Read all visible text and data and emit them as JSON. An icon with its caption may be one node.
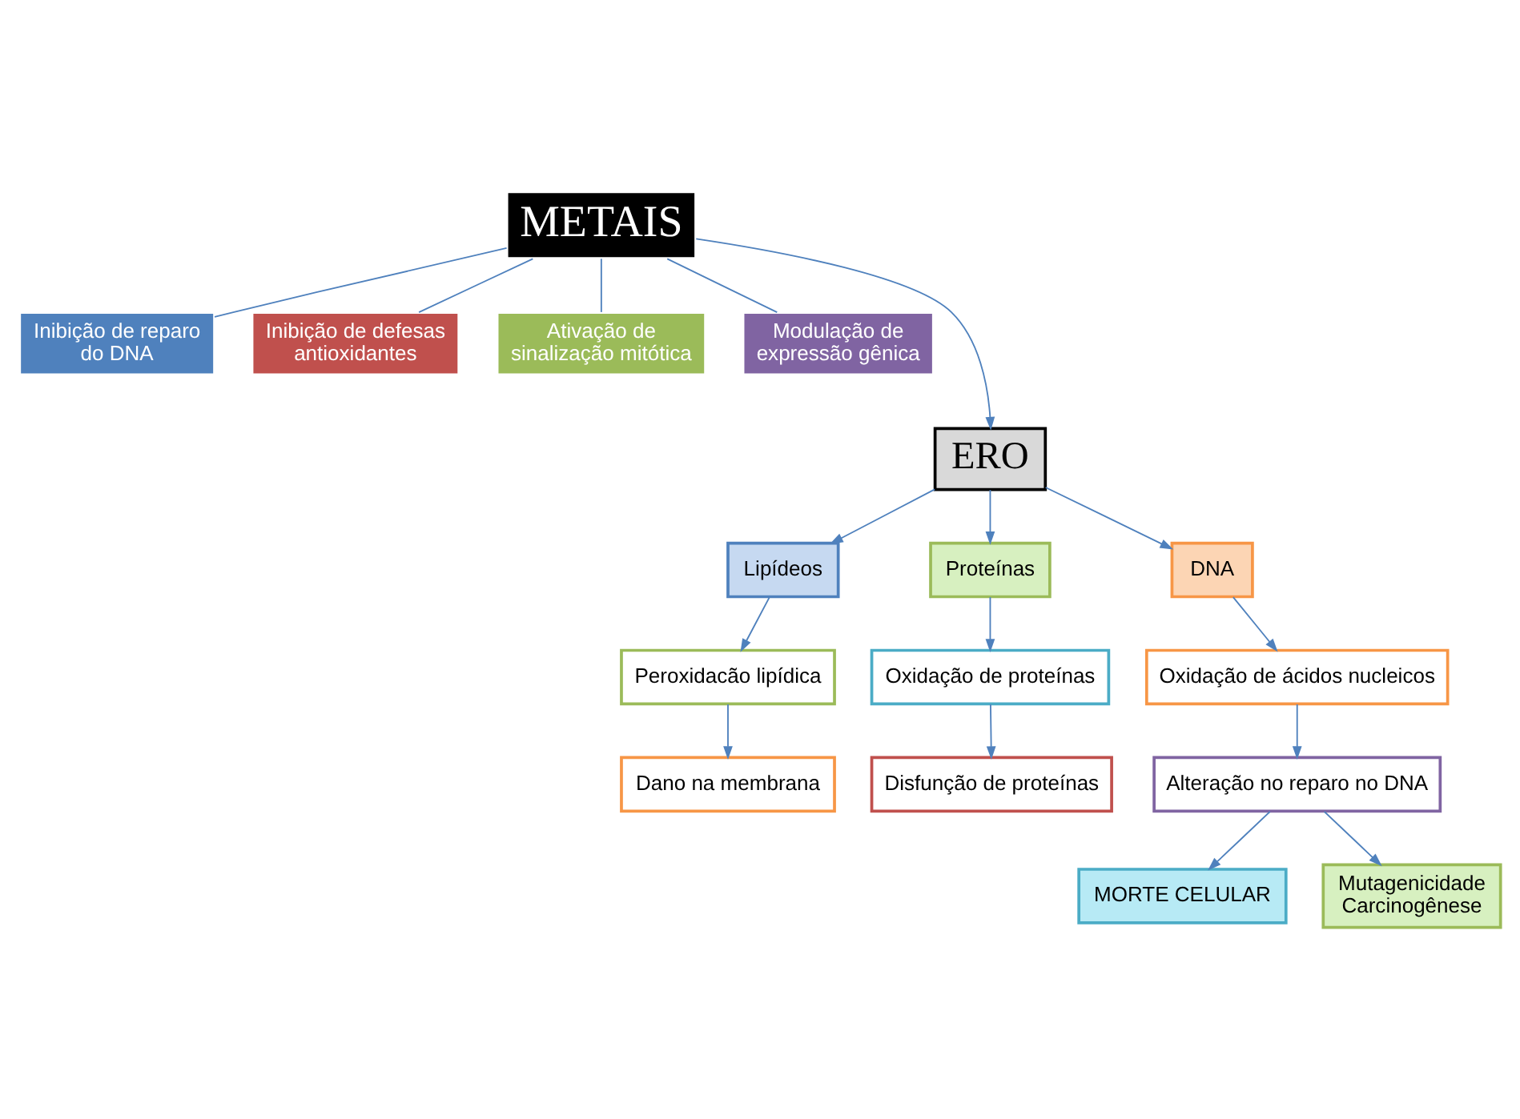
{
  "diagram": {
    "nodes": [
      {
        "text": [
          "METAIS"
        ]
      },
      {
        "text": [
          "Inibição de reparo do DNA"
        ]
      },
      {
        "text": [
          "Inibição de defesas antioxidantes"
        ]
      },
      {
        "text": [
          "Ativação de sinalização mitótica"
        ]
      },
      {
        "text": [
          "Modulação de expressão gênica"
        ]
      },
      {
        "text": [
          "ERO"
        ]
      },
      {
        "text": [
          "Lipídeos"
        ]
      },
      {
        "text": [
          "Proteínas"
        ]
      },
      {
        "text": [
          "DNA"
        ]
      },
      {
        "text": [
          "Peroxidacão lipídica"
        ]
      },
      {
        "text": [
          "Dano na membrana"
        ]
      },
      {
        "text": [
          "Oxidação de proteínas"
        ]
      },
      {
        "text": [
          "Disfunção de proteínas"
        ]
      },
      {
        "text": [
          "Oxidação de ácidos nucleicos"
        ]
      },
      {
        "text": [
          "Alteração no reparo no DNA"
        ]
      },
      {
        "text": [
          "MORTE CELULAR"
        ]
      },
      {
        "text": [
          "Mutagenicidade Carcinogênese"
        ]
      }
    ],
    "edges": [
      {
        "from": 0,
        "to": 1,
        "arrow": "none"
      },
      {
        "from": 0,
        "to": 2,
        "arrow": "none"
      },
      {
        "from": 0,
        "to": 3,
        "arrow": "none"
      },
      {
        "from": 0,
        "to": 4,
        "arrow": "none"
      },
      {
        "from": 0,
        "to": 5,
        "arrow": "to"
      },
      {
        "from": 5,
        "to": 6,
        "arrow": "to"
      },
      {
        "from": 5,
        "to": 7,
        "arrow": "to"
      },
      {
        "from": 5,
        "to": 8,
        "arrow": "to"
      },
      {
        "from": 6,
        "to": 9,
        "arrow": "to"
      },
      {
        "from": 9,
        "to": 10,
        "arrow": "to"
      },
      {
        "from": 7,
        "to": 11,
        "arrow": "to"
      },
      {
        "from": 11,
        "to": 12,
        "arrow": "to"
      },
      {
        "from": 8,
        "to": 13,
        "arrow": "to"
      },
      {
        "from": 13,
        "to": 14,
        "arrow": "to"
      },
      {
        "from": 14,
        "to": 15,
        "arrow": "to"
      },
      {
        "from": 14,
        "to": 16,
        "arrow": "to"
      }
    ]
  }
}
